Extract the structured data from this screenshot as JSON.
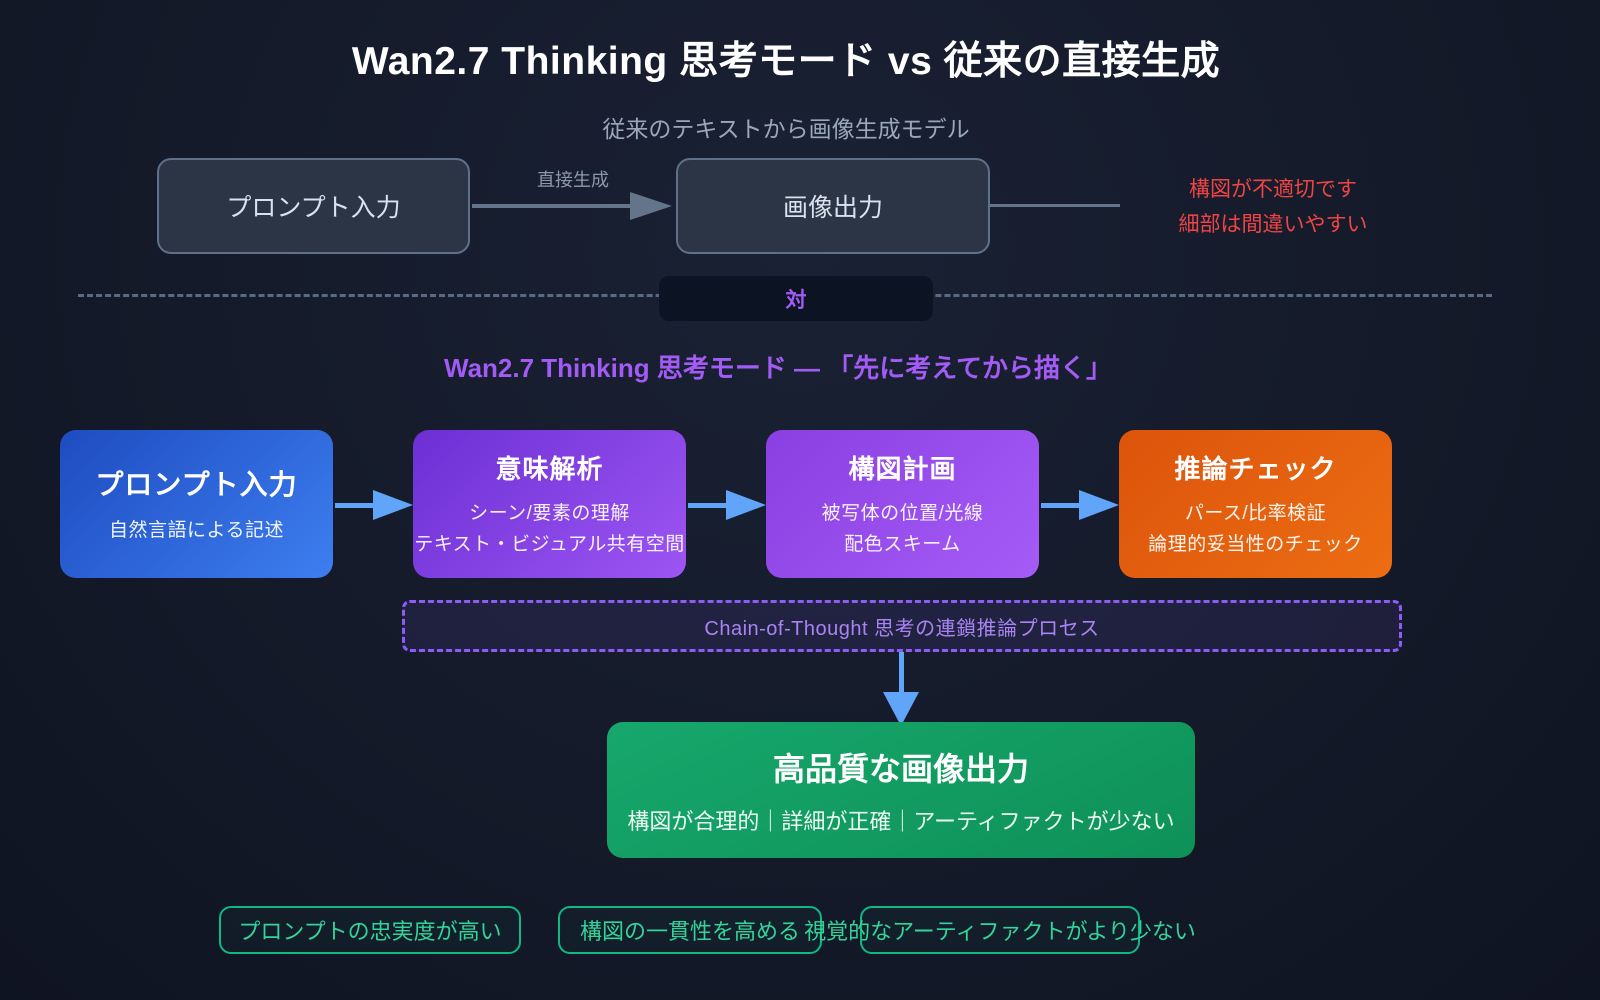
{
  "header": {
    "title": "Wan2.7 Thinking 思考モード vs 従来の直接生成",
    "traditional_heading": "従来のテキストから画像生成モデル"
  },
  "traditional_flow": {
    "input_label": "プロンプト入力",
    "arrow_label": "直接生成",
    "output_label": "画像出力",
    "issues": [
      "構図が不適切です",
      "細部は間違いやすい"
    ]
  },
  "divider": {
    "vs_badge": "対"
  },
  "thinking_flow": {
    "heading": "Wan2.7 Thinking 思考モード — 「先に考えてから描く」",
    "steps": [
      {
        "title": "プロンプト入力",
        "line1": "自然言語による記述"
      },
      {
        "title": "意味解析",
        "line1": "シーン/要素の理解",
        "line2": "テキスト・ビジュアル共有空間"
      },
      {
        "title": "構図計画",
        "line1": "被写体の位置/光線",
        "line2": "配色スキーム"
      },
      {
        "title": "推論チェック",
        "line1": "パース/比率検証",
        "line2": "論理的妥当性のチェック"
      }
    ],
    "cot_label": "Chain-of-Thought 思考の連鎖推論プロセス",
    "result_title": "高品質な画像出力",
    "result_subtitle": "構図が合理的｜詳細が正確｜アーティファクトが少ない",
    "benefits": [
      "プロンプトの忠実度が高い",
      "構図の一貫性を高める",
      "視覚的なアーティファクトがより少ない"
    ]
  },
  "colors": {
    "background": "#141a29",
    "accent_purple": "#a35bf5",
    "arrow_blue": "#60a5fa",
    "arrow_gray": "#64748b",
    "error_red": "#ef4444",
    "success_green": "#10b981",
    "benefit_text_green": "#34d399",
    "step_blue_from": "#1e4cc0",
    "step_blue_to": "#3d7ef0",
    "step_purple_from": "#6c2fd4",
    "step_purple_to": "#9d55f3",
    "step_orange_from": "#dc540b",
    "step_orange_to": "#ec6d13",
    "result_green_from": "#17a76c",
    "result_green_to": "#0e9158"
  }
}
